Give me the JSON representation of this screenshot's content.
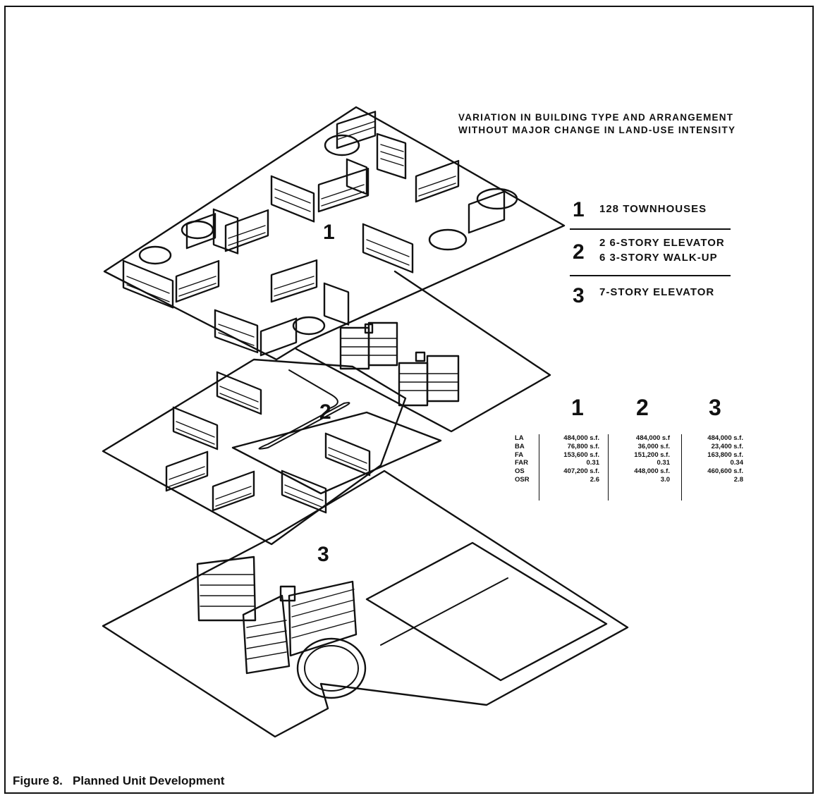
{
  "heading": {
    "line1": "VARIATION IN BUILDING TYPE AND ARRANGEMENT",
    "line2": "WITHOUT MAJOR CHANGE IN LAND-USE INTENSITY"
  },
  "plan_labels": [
    "1",
    "2",
    "3"
  ],
  "legend": [
    {
      "num": "1",
      "lines": [
        "128 TOWNHOUSES"
      ]
    },
    {
      "num": "2",
      "lines": [
        "2 6-STORY ELEVATOR",
        "6 3-STORY WALK-UP"
      ]
    },
    {
      "num": "3",
      "lines": [
        "7-STORY ELEVATOR"
      ]
    }
  ],
  "table": {
    "column_heads": [
      "1",
      "2",
      "3"
    ],
    "row_labels": [
      "LA",
      "BA",
      "FA",
      "FAR",
      "OS",
      "OSR"
    ],
    "columns": [
      [
        "484,000 s.f.",
        "76,800 s.f.",
        "153,600 s.f.",
        "0.31",
        "407,200 s.f.",
        "2.6"
      ],
      [
        "484,000 s.f",
        "36,000 s.f.",
        "151,200 s.f.",
        "0.31",
        "448,000 s.f.",
        "3.0"
      ],
      [
        "484,000 s.f.",
        "23,400 s.f.",
        "163,800 s.f.",
        "0.34",
        "460,600 s.f.",
        "2.8"
      ]
    ]
  },
  "caption": {
    "figure": "Figure 8.",
    "title": "Planned Unit Development"
  }
}
